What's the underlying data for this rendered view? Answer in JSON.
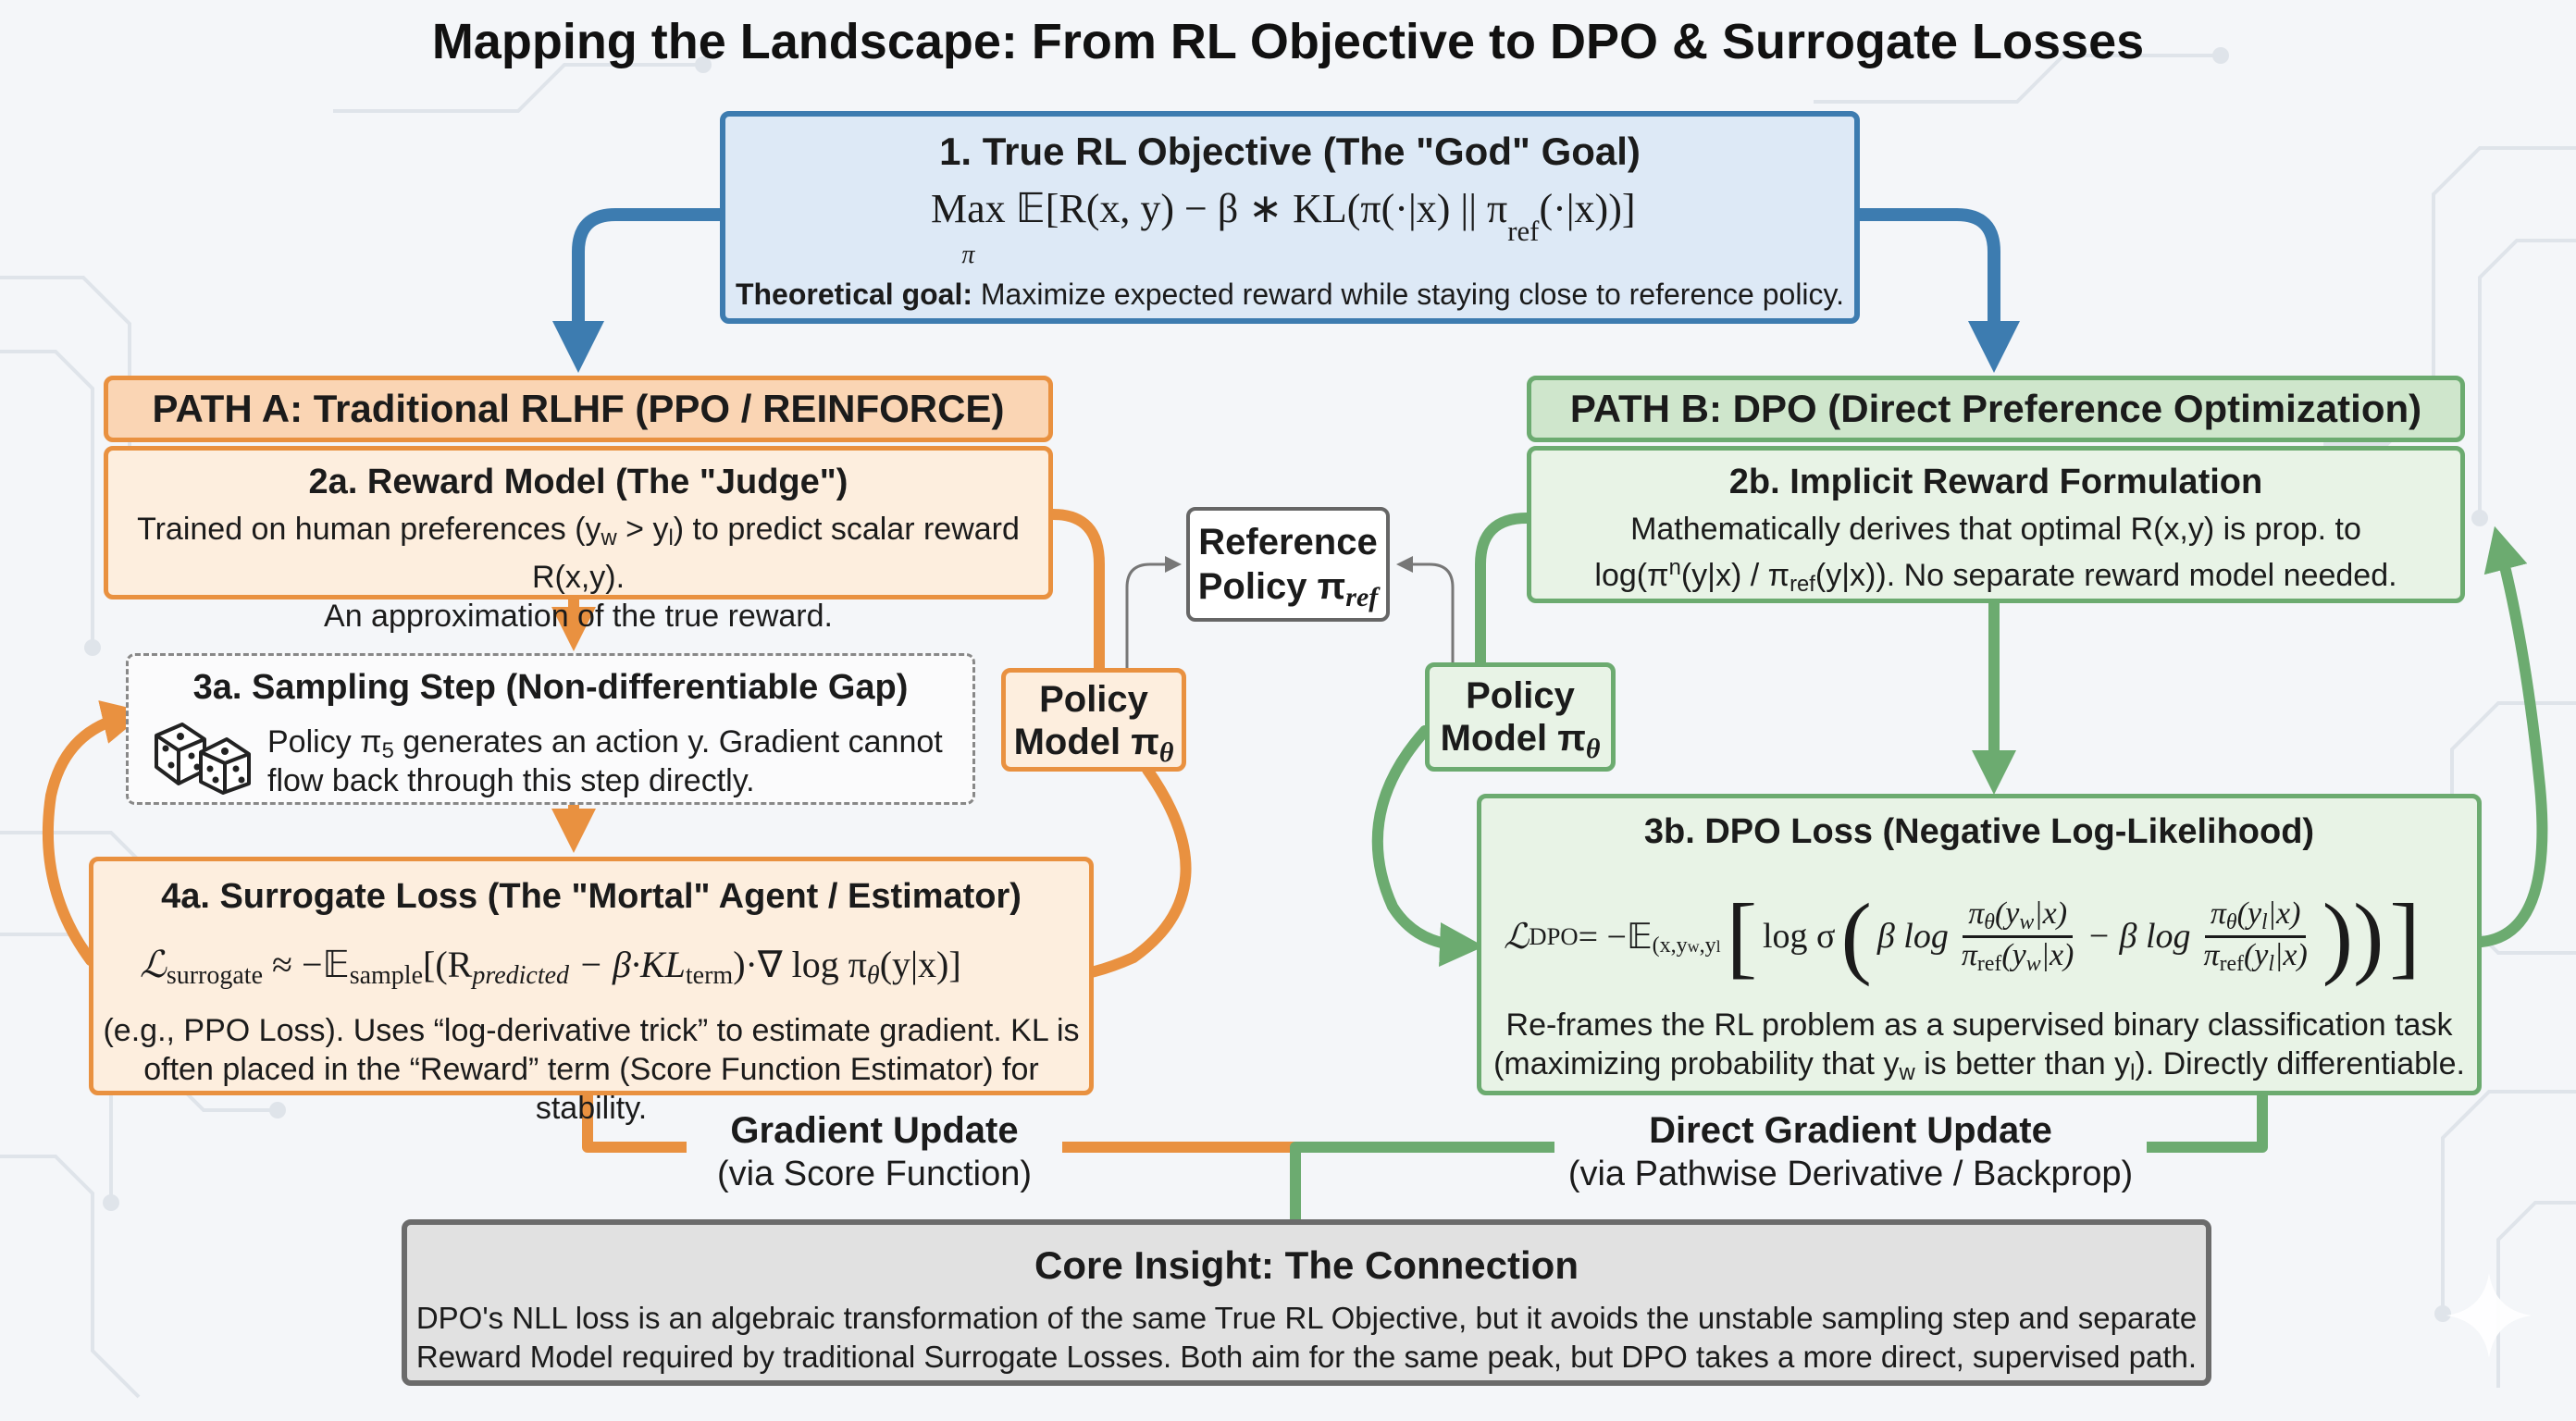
{
  "title": "Mapping the Landscape: From RL Objective to DPO & Surrogate Losses",
  "colors": {
    "blue": "#3d7cb0",
    "orange": "#e99140",
    "green": "#6cab70",
    "gray": "#6b6b6b"
  },
  "box1": {
    "title": "1. True RL Objective (The \"God\" Goal)",
    "formula_max": "Max",
    "formula_sub": "π",
    "formula_body": "𝔼[R(x, y) − β ∗ KL(π(·|x) || π",
    "formula_ref": "ref",
    "formula_end": "(·|x))]",
    "note_bold": "Theoretical goal:",
    "note_rest": " Maximize expected reward while staying close to reference policy."
  },
  "pathA": {
    "header": "PATH A: Traditional RLHF (PPO / REINFORCE)",
    "reward": {
      "title": "2a. Reward Model (The \"Judge\")",
      "line1_a": "Trained on human preferences (y",
      "line1_w": "w",
      "line1_b": " > y",
      "line1_l": "l",
      "line1_c": ") to predict scalar reward R(x,y).",
      "line2": "An approximation of the true reward."
    },
    "sampling": {
      "title": "3a. Sampling Step (Non-differentiable Gap)",
      "line1_a": "Policy π",
      "line1_sub": "5",
      "line1_b": " generates an action y. Gradient cannot",
      "line2": "flow back through this step directly."
    },
    "surrogate": {
      "title": "4a. Surrogate Loss (The \"Mortal\" Agent / Estimator)",
      "f_L": "ℒ",
      "f_Lsub": "surrogate",
      "f_approx": " ≈ −𝔼",
      "f_Esub": "sample",
      "f_open": "[(R",
      "f_Rsub": "predicted",
      "f_mid": " − β·KL",
      "f_KLsub": "term",
      "f_grad": ")·∇ log π",
      "f_theta": "θ",
      "f_end": "(y|x)]",
      "line1": "(e.g., PPO Loss). Uses “log-derivative trick” to estimate gradient. KL is",
      "line2": "often placed in the “Reward” term (Score Function Estimator) for stability."
    },
    "policy": {
      "line1": "Policy",
      "line2": "Model π",
      "sub": "θ"
    },
    "update": {
      "title": "Gradient Update",
      "sub": "(via Score Function)"
    }
  },
  "reference": {
    "line1": "Reference",
    "line2": "Policy π",
    "sub": "ref"
  },
  "pathB": {
    "header": "PATH B: DPO (Direct Preference Optimization)",
    "implicit": {
      "title": "2b. Implicit Reward Formulation",
      "line1": "Mathematically derives that optimal R(x,y) is prop. to",
      "line2_a": "log(π",
      "line2_sup": "n",
      "line2_b": "(y|x) / π",
      "line2_sub": "ref",
      "line2_c": "(y|x)). No separate reward model needed."
    },
    "dpo": {
      "title": "3b. DPO Loss (Negative Log-Likelihood)",
      "f_L": "ℒ",
      "f_Lsub": "DPO",
      "f_eq": " = −𝔼",
      "f_Esub": "(x,y",
      "f_Esub_w": "w",
      "f_Esub_sep": ",y",
      "f_Esub_l": "l",
      "f_logsig": "log σ",
      "f_beta": "β log",
      "f_minus": "− β log",
      "f_num_w": "π",
      "f_num_w_sub": "θ",
      "f_num_w_arg": "(y",
      "f_w": "w",
      "f_num_arg_end": "|x)",
      "f_den": "π",
      "f_den_sub": "ref",
      "f_l": "l",
      "line1": "Re-frames the RL problem as a supervised binary classification task",
      "line2_a": "(maximizing probability that y",
      "line2_w": "w",
      "line2_b": " is better than y",
      "line2_l": "l",
      "line2_c": "). Directly differentiable."
    },
    "policy": {
      "line1": "Policy",
      "line2": "Model π",
      "sub": "θ"
    },
    "update": {
      "title": "Direct Gradient Update",
      "sub": "(via Pathwise Derivative / Backprop)"
    }
  },
  "core": {
    "title": "Core Insight: The Connection",
    "line1": "DPO's NLL loss is an algebraic transformation of the same True RL Objective, but it avoids the unstable sampling step and separate",
    "line2": "Reward Model required by traditional Surrogate Losses. Both aim for the same peak, but DPO takes a more direct, supervised path."
  }
}
